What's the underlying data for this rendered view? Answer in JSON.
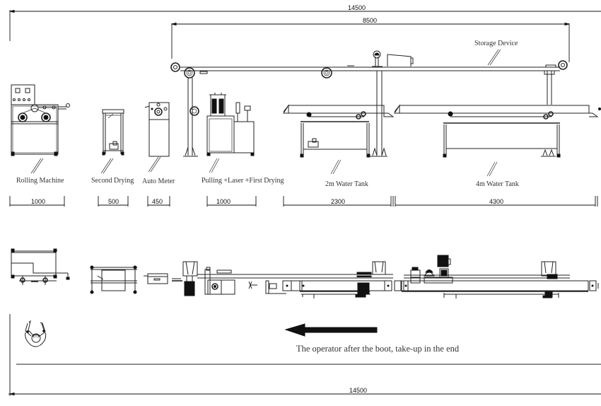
{
  "drawing_title": "Production line layout",
  "dimensions": {
    "overall_top": "14500",
    "storage_span": "8500",
    "overall_bottom": "14500",
    "rolling_machine": "1000",
    "second_drying": "500",
    "auto_meter": "450",
    "pulling_laser_first_drying": "1000",
    "water_tank_2m": "2300",
    "water_tank_4m": "4300"
  },
  "labels": {
    "storage_device": "Storage Device",
    "rolling_machine": "Rolling Machine",
    "second_drying": "Second Drying",
    "auto_meter": "Auto Meter",
    "pulling_laser_first_drying": "Pulling +Laser +First Drying",
    "water_tank_2m": "2m Water Tank",
    "water_tank_4m": "4m Water Tank"
  },
  "note": {
    "direction_text": "The operator after the boot, take-up in the end",
    "arrow_direction": "left"
  },
  "icons": {
    "operator": "operator-top-view-icon",
    "direction_arrow": "arrow-left-icon"
  },
  "colors": {
    "line": "#222222",
    "label_text": "#333333",
    "background": "#ffffff"
  }
}
